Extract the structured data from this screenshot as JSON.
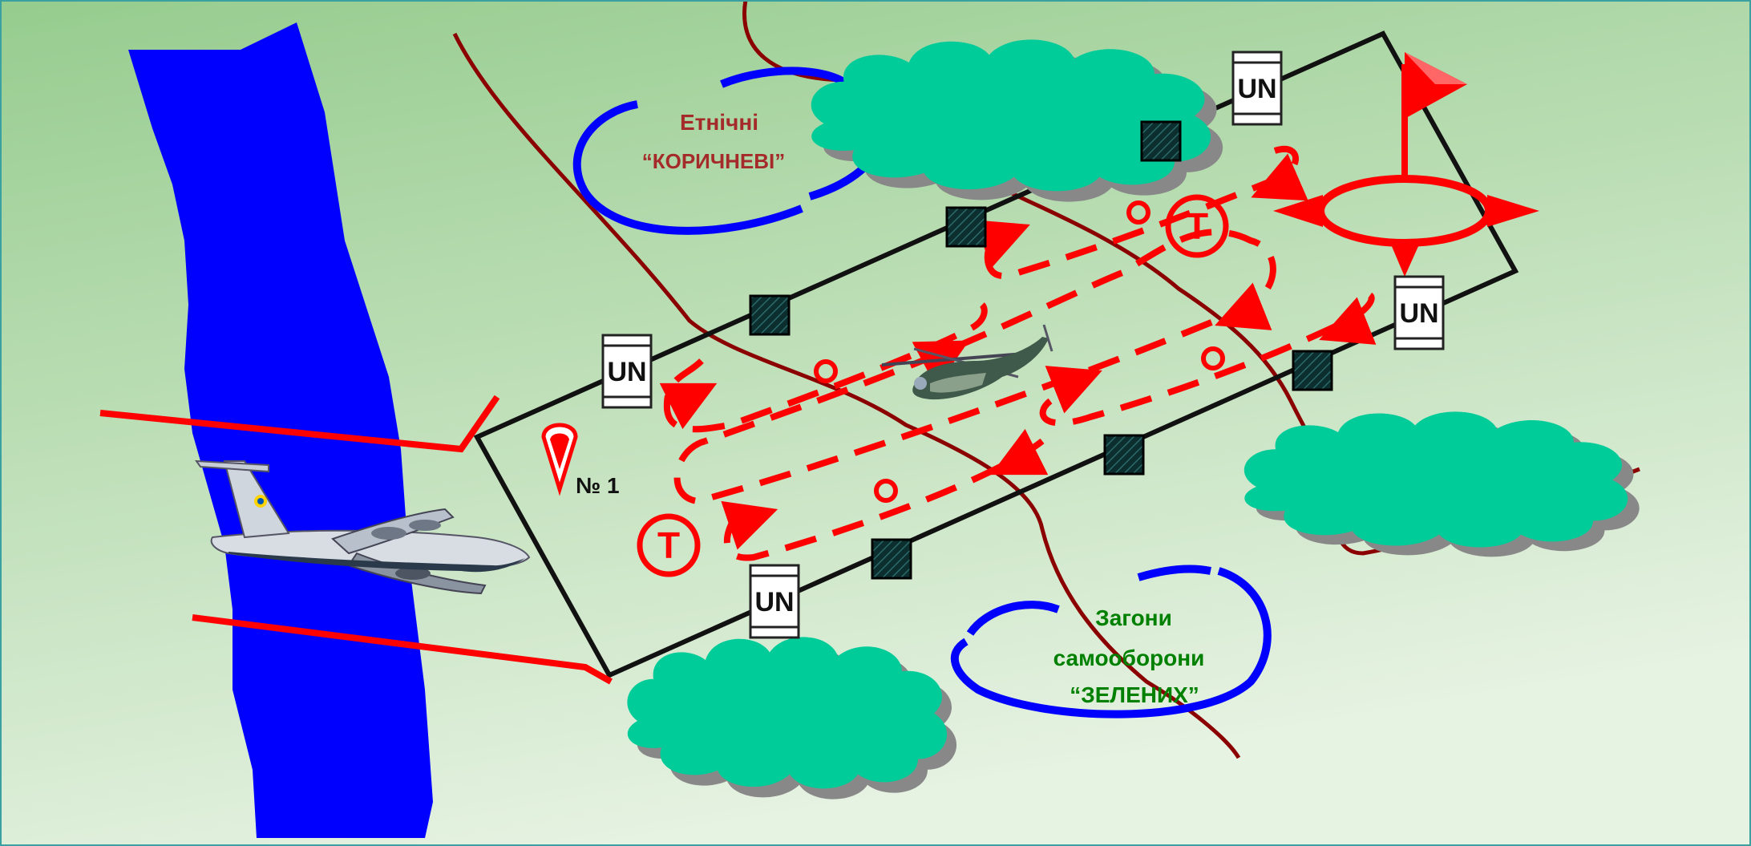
{
  "colors": {
    "background_top": "#96cc8e",
    "background_bottom": "#e6f2e2",
    "river": "#0000ff",
    "road": "#8b0000",
    "route": "#ff0000",
    "forest": "#00cc99",
    "forest_shadow": "#888888",
    "zone_border": "#111111",
    "brown_text": "#a52a2a",
    "green_text": "#008000",
    "area_outline": "#0000ff"
  },
  "labels": {
    "brown_line1": "Етнічні",
    "brown_line2": "“КОРИЧНЕВІ”",
    "green_line1": "Загони",
    "green_line2": "самооборони",
    "green_line3": "“ЗЕЛЕНИХ”",
    "point_no1": "№ 1"
  },
  "markers": {
    "un_label": "UN",
    "t_label": "T"
  },
  "icons": [
    "transport-aircraft-icon",
    "helicopter-icon",
    "flag-icon",
    "landing-point-icon",
    "checkpoint-icon",
    "un-post-icon",
    "t-marker-icon"
  ]
}
